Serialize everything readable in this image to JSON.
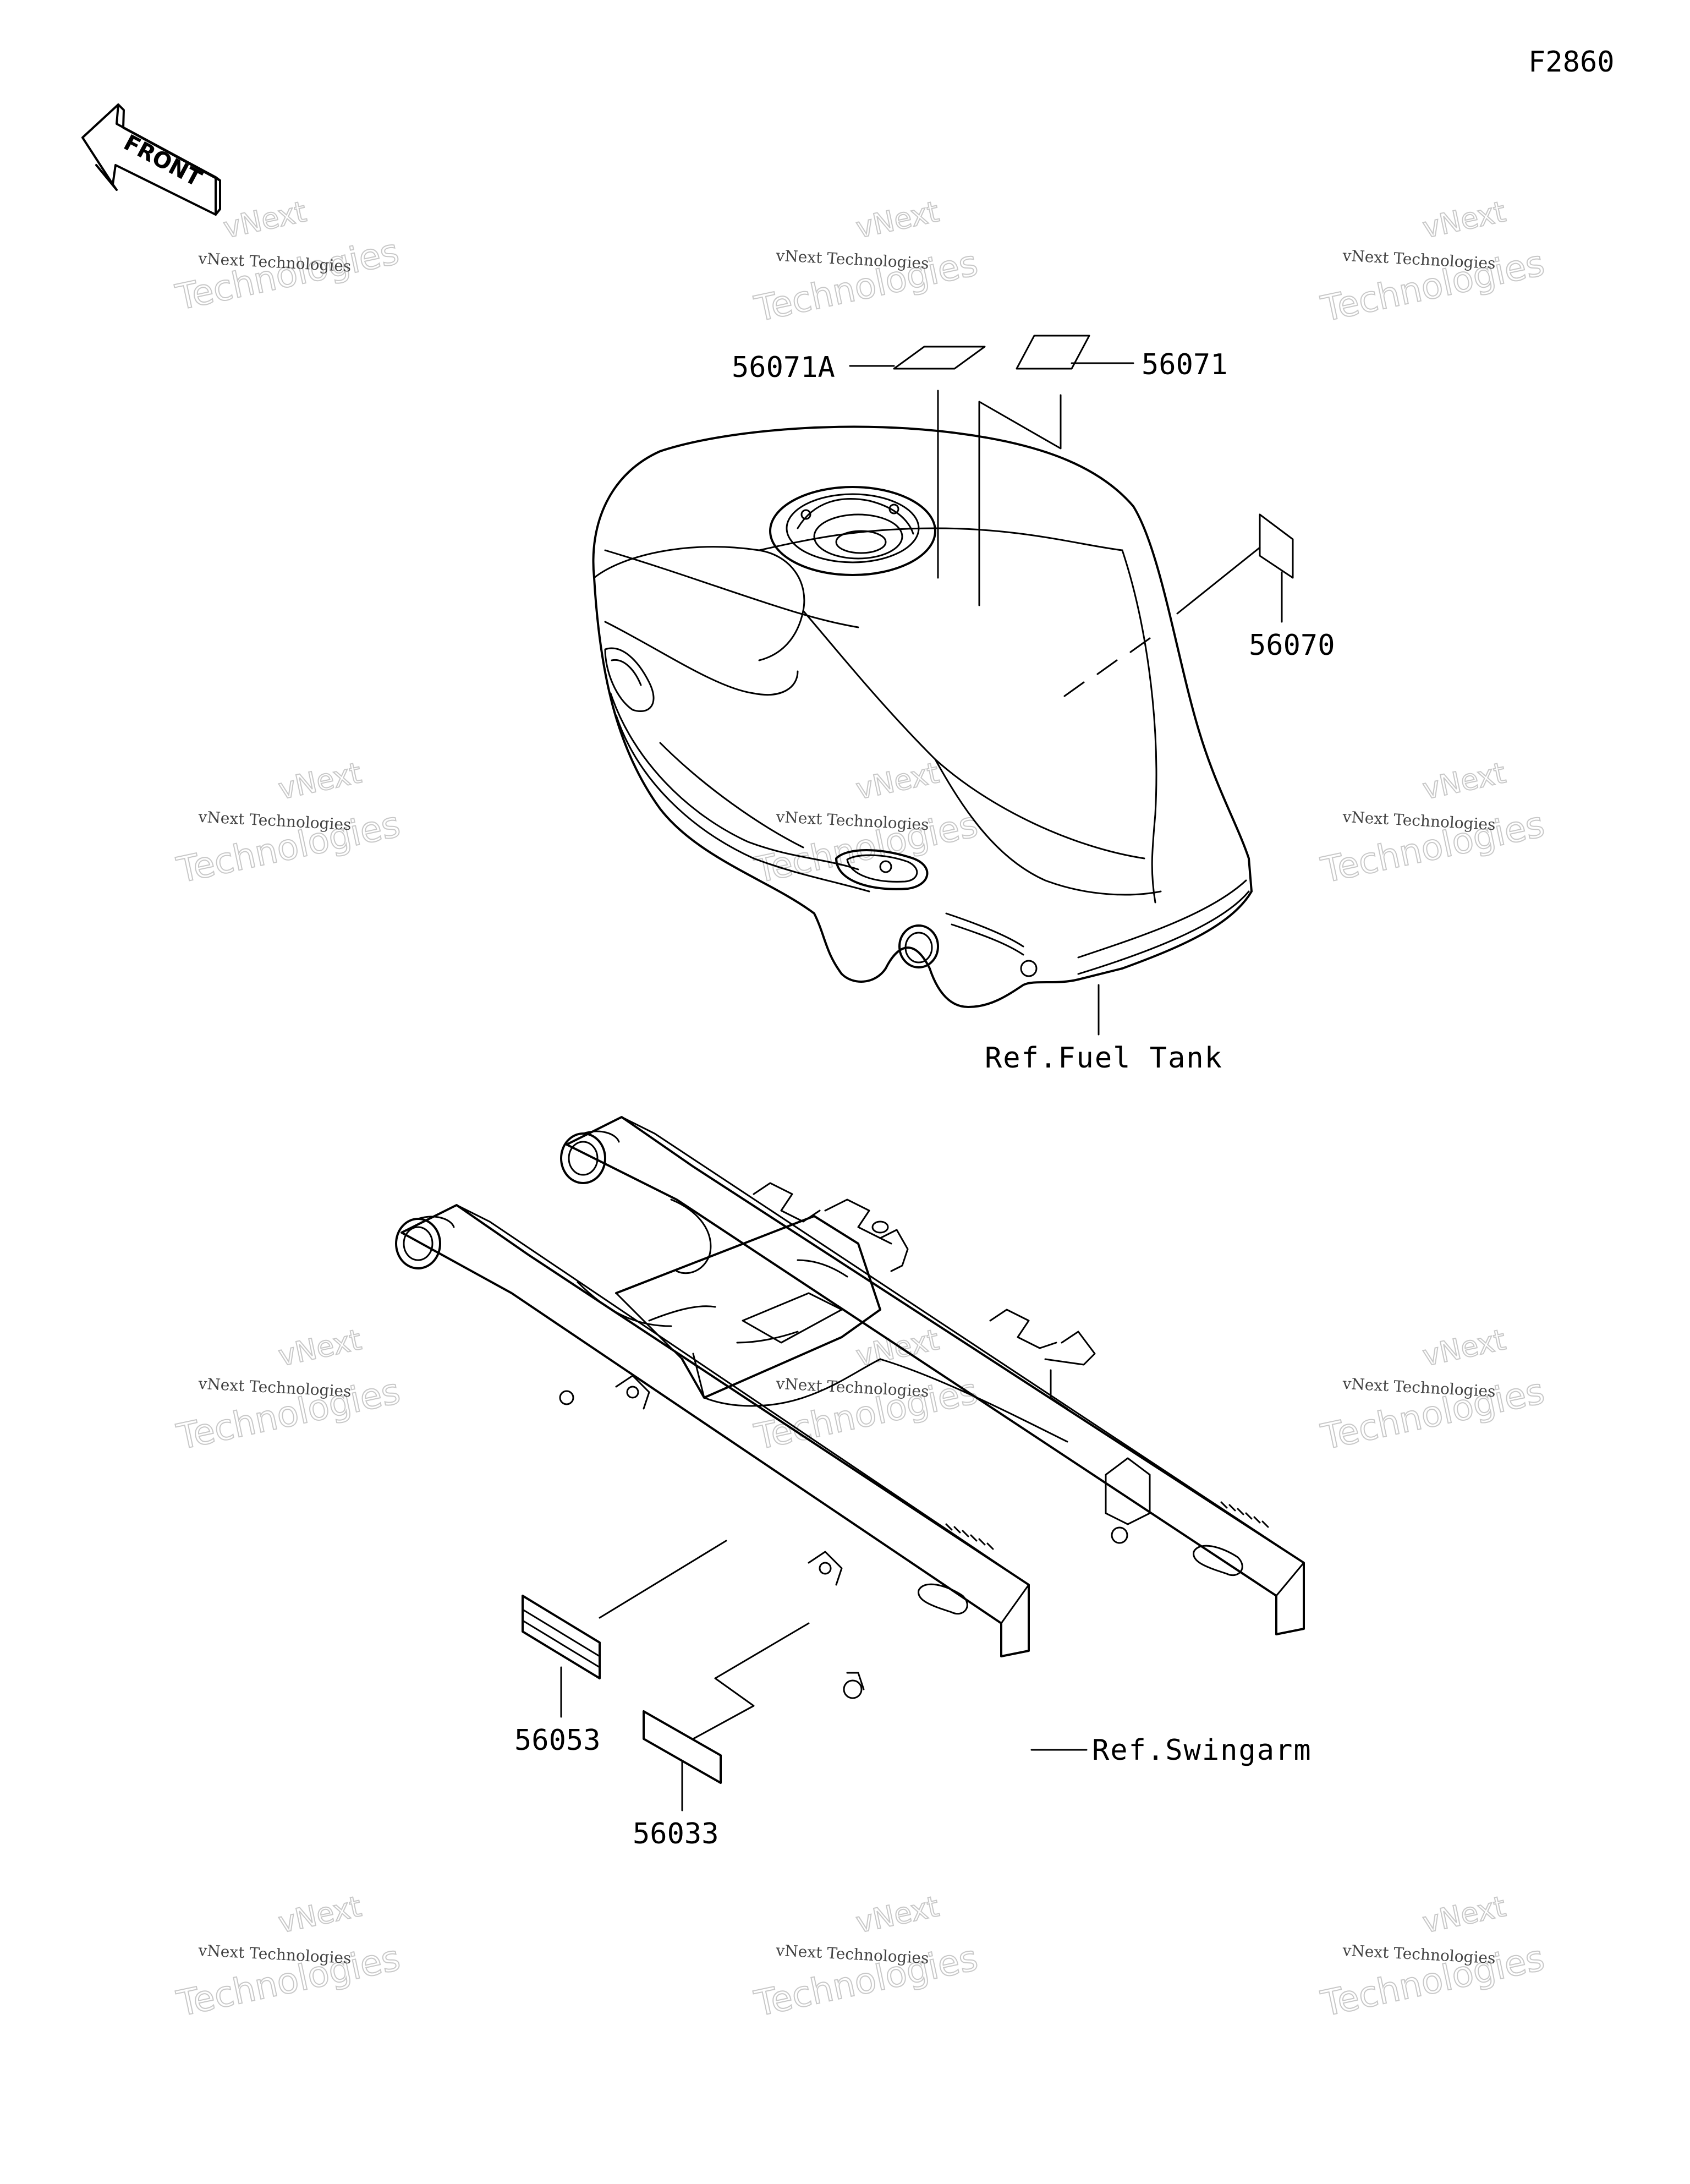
{
  "figure_code": "F2860",
  "front_arrow_text": "FRONT",
  "watermark": {
    "line1": "vNext Technologies",
    "line2": "Technologies",
    "line3": "vNext"
  },
  "parts": [
    {
      "number": "56071A"
    },
    {
      "number": "56071"
    },
    {
      "number": "56070"
    },
    {
      "number": "56053"
    },
    {
      "number": "56033"
    }
  ],
  "references": {
    "fuel_tank": "Ref.Fuel Tank",
    "swingarm": "Ref.Swingarm"
  }
}
